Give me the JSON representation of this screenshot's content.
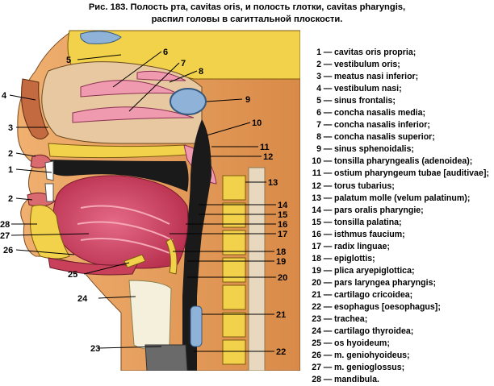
{
  "title": {
    "line1": "Рис. 183. Полость рта, cavitas oris, и полость глотки, cavitas pharyngis,",
    "line2": "распил головы в сагиттальной плоскости."
  },
  "colors": {
    "skin": "#e8a060",
    "bone": "#f2d24a",
    "tongue": "#d8486a",
    "mucosa": "#f09ab0",
    "cavity": "#1a1a1a",
    "sinus_wall": "#8fb3d8"
  },
  "labels": [
    {
      "num": "1",
      "text": "cavitas oris propria;"
    },
    {
      "num": "2",
      "text": "vestibulum oris;"
    },
    {
      "num": "3",
      "text": "meatus nasi inferior;"
    },
    {
      "num": "4",
      "text": "vestibulum nasi;"
    },
    {
      "num": "5",
      "text": "sinus frontalis;"
    },
    {
      "num": "6",
      "text": "concha nasalis media;"
    },
    {
      "num": "7",
      "text": "concha nasalis inferior;"
    },
    {
      "num": "8",
      "text": "concha nasalis superior;"
    },
    {
      "num": "9",
      "text": "sinus sphenoidalis;"
    },
    {
      "num": "10",
      "text": "tonsilla pharyngealis (adenoidea);"
    },
    {
      "num": "11",
      "text": "ostium pharyngeum tubae [auditivae];"
    },
    {
      "num": "12",
      "text": "torus tubarius;"
    },
    {
      "num": "13",
      "text": "palatum molle (velum palatinum);"
    },
    {
      "num": "14",
      "text": "pars oralis pharyngie;"
    },
    {
      "num": "15",
      "text": "tonsilla palatina;"
    },
    {
      "num": "16",
      "text": "isthmus faucium;"
    },
    {
      "num": "17",
      "text": "radix linguae;"
    },
    {
      "num": "18",
      "text": "epiglottis;"
    },
    {
      "num": "19",
      "text": "plica aryepiglottica;"
    },
    {
      "num": "20",
      "text": "pars laryngea pharyngis;"
    },
    {
      "num": "21",
      "text": "cartilago cricoidea;"
    },
    {
      "num": "22",
      "text": "esophagus [oesophagus];"
    },
    {
      "num": "23",
      "text": "trachea;"
    },
    {
      "num": "24",
      "text": "cartilago thyroidea;"
    },
    {
      "num": "25",
      "text": "os hyoideum;"
    },
    {
      "num": "26",
      "text": "m. geniohyoideus;"
    },
    {
      "num": "27",
      "text": "m. genioglossus;"
    },
    {
      "num": "28",
      "text": "mandibula."
    }
  ],
  "dash": "—"
}
